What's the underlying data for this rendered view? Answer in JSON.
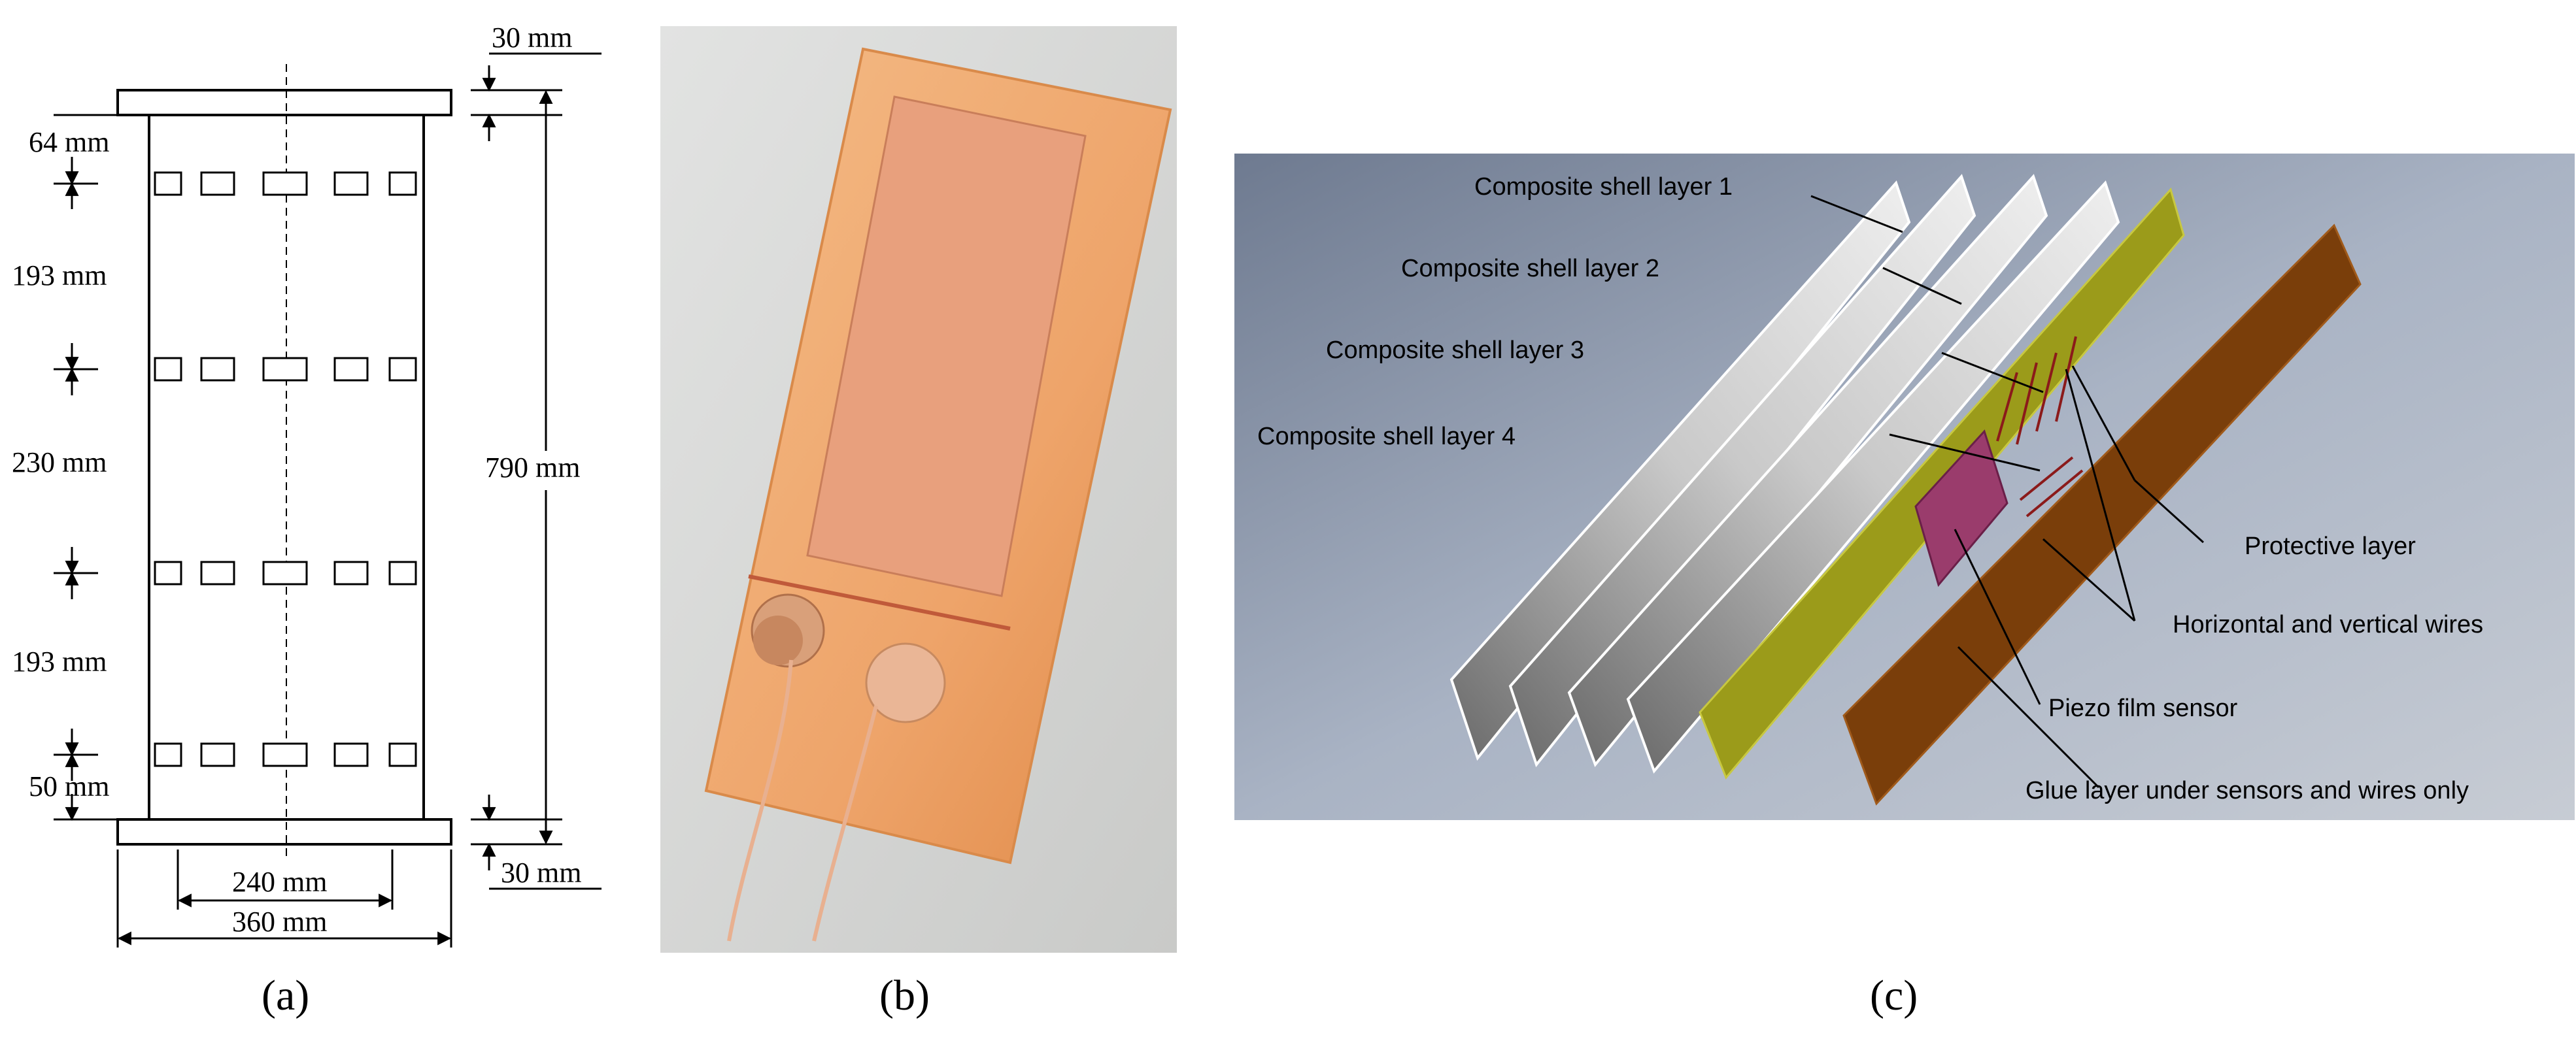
{
  "panel_a": {
    "caption": "(a)",
    "dimensions": {
      "top_cap": "30 mm",
      "top_offset": "64 mm",
      "gap_1": "193 mm",
      "gap_2": "230 mm",
      "gap_3": "193 mm",
      "bottom_offset": "50 mm",
      "height": "790 mm",
      "bottom_cap": "30 mm",
      "inner_width": "240 mm",
      "outer_width": "360 mm"
    }
  },
  "panel_b": {
    "caption": "(b)"
  },
  "panel_c": {
    "caption": "(c)",
    "labels": {
      "layer_1": "Composite shell layer 1",
      "layer_2": "Composite shell layer 2",
      "layer_3": "Composite shell layer 3",
      "layer_4": "Composite shell layer 4",
      "protective": "Protective layer",
      "wires": "Horizontal and vertical wires",
      "piezo": "Piezo film sensor",
      "glue": "Glue layer under sensors and wires only"
    }
  },
  "colors": {
    "line": "#000000",
    "sensor_patch": "#f2b27a",
    "sensor_element": "#e79a78",
    "photo_background": "#d8d9d8",
    "render_background": "#8894a8",
    "shell_layer": "#b8b8b8",
    "glue_layer": "#9a9a14",
    "protective_layer": "#7a3e0a",
    "piezo_sensor": "#9a3c6c",
    "wire": "#8b1a1a"
  }
}
